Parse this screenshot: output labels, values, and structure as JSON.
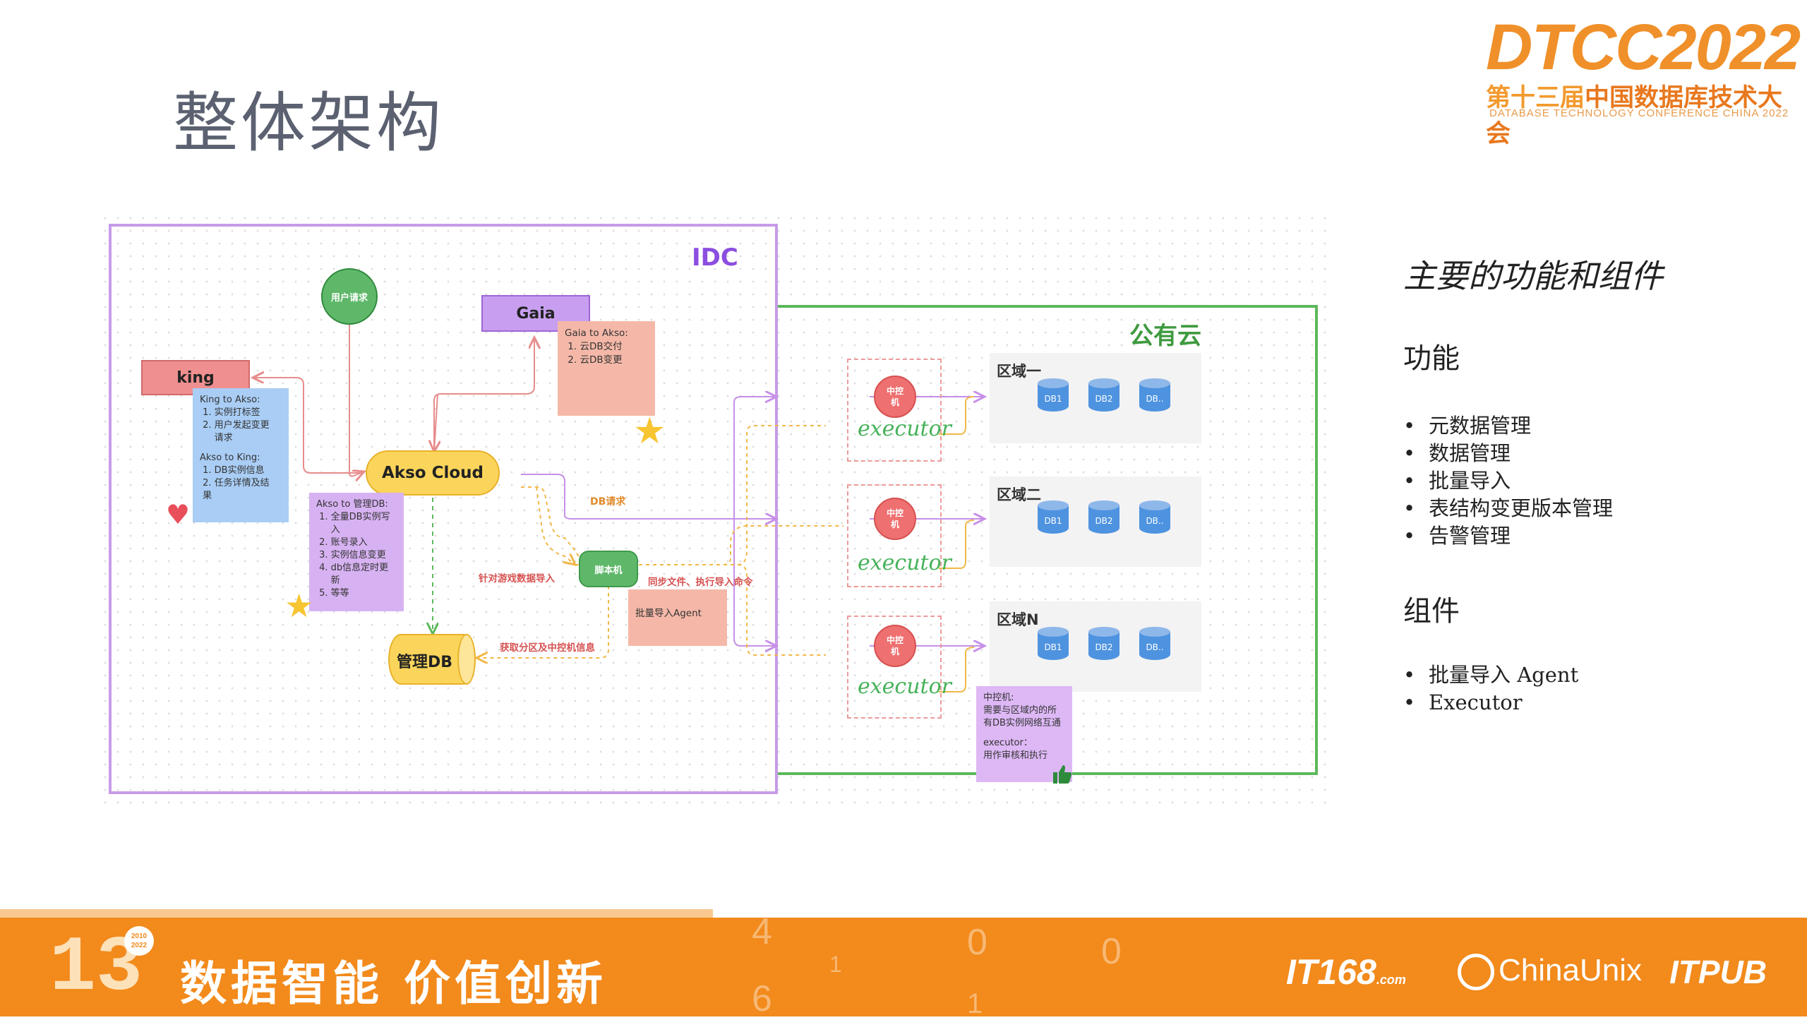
{
  "slide": {
    "title": "整体架构"
  },
  "logo": {
    "brand": "DTCC2022",
    "subtitle_num": "第十三届",
    "subtitle_text": "中国数据库技术大会",
    "english": "DATABASE TECHNOLOGY CONFERENCE CHINA 2022"
  },
  "diagram": {
    "idc_label": "IDC",
    "cloud_label": "公有云",
    "user_request": "用户请求",
    "gaia": "Gaia",
    "king": "king",
    "akso_cloud": "Akso Cloud",
    "manage_db": "管理DB",
    "script_machine": "脚本机",
    "gaia_note": [
      "Gaia to Akso:",
      " 1. 云DB交付",
      " 2. 云DB变更"
    ],
    "king_note": [
      "King to Akso:",
      " 1. 实例打标签",
      " 2. 用户发起变更",
      "     请求",
      "",
      "Akso to King:",
      " 1. DB实例信息",
      " 2. 任务详情及结",
      " 果"
    ],
    "akso_note": [
      "Akso to 管理DB:",
      " 1. 全量DB实例写",
      "     入",
      " 2. 账号录入",
      " 3. 实例信息变更",
      " 4. db信息定时更",
      "     新",
      " 5. 等等"
    ],
    "batch_agent_note": "批量导入Agent",
    "edge_db_request": "DB请求",
    "edge_game_import": "针对游戏数据导入",
    "edge_sync": "同步文件、执行导入命令",
    "edge_fetch": "获取分区及中控机信息",
    "ctrl_label": "中控\n机",
    "executor": "executor",
    "regions": [
      {
        "name": "区域一",
        "dbs": [
          "DB1",
          "DB2",
          "DB.."
        ]
      },
      {
        "name": "区域二",
        "dbs": [
          "DB1",
          "DB2",
          "DB.."
        ]
      },
      {
        "name": "区域N",
        "dbs": [
          "DB1",
          "DB2",
          "DB.."
        ]
      }
    ],
    "ctrl_note": [
      "中控机:",
      "需要与区域内的所",
      "有DB实例网络互通",
      "",
      "executor：",
      "用作审核和执行"
    ]
  },
  "panel": {
    "heading": "主要的功能和组件",
    "features_title": "功能",
    "features": [
      "元数据管理",
      "数据管理",
      "批量导入",
      "表结构变更版本管理",
      "告警管理"
    ],
    "components_title": "组件",
    "components": [
      "批量导入 Agent",
      "Executor"
    ]
  },
  "footer": {
    "slogan": "数据智能  价值创新",
    "years": "2010\n2022",
    "logo_it168": "IT168",
    "logo_it168_suffix": ".com",
    "logo_chinaunix": "ChinaUnix",
    "logo_itpub": "ITPUB"
  },
  "colors": {
    "idc_border": "#c79be8",
    "cloud_border": "#5cb85c",
    "akso": "#fbd55b",
    "orange": "#f28a1c"
  }
}
